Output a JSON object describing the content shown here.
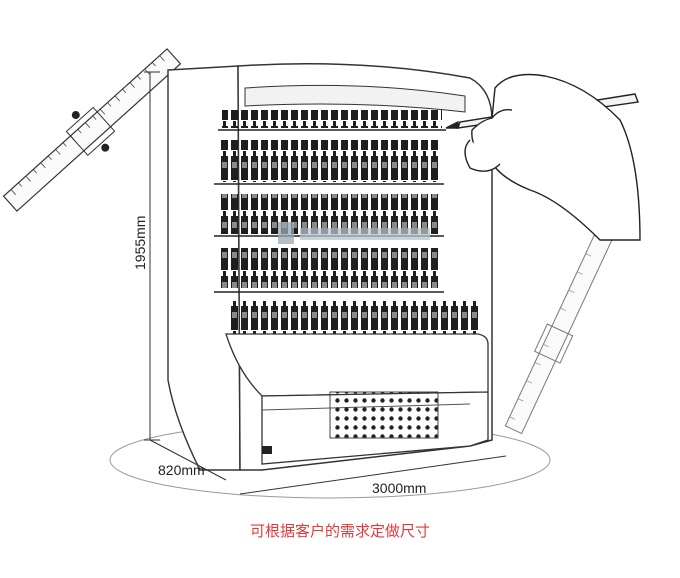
{
  "dimensions": {
    "height": "1955mm",
    "depth": "820mm",
    "width": "3000mm"
  },
  "caption": "可根据客户的需求定做尺寸",
  "colors": {
    "line": "#333333",
    "caption": "#e23a3a",
    "product": "#2a2a2a",
    "watermark": "#9aa9b3"
  },
  "icons": {
    "ruler_left": "ruler-icon",
    "ruler_right": "ruler-icon",
    "hand": "hand-with-pencil-icon",
    "watermark": "brand-watermark-logo"
  }
}
